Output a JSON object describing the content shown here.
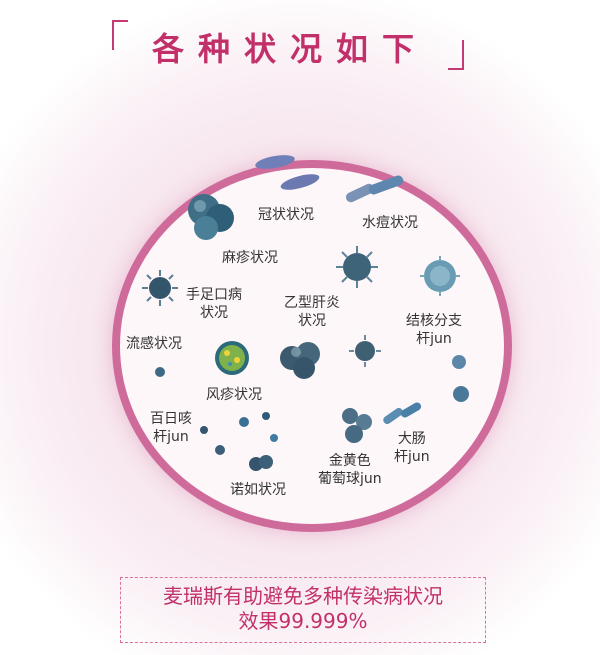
{
  "title": "各种状况如下",
  "labels": {
    "guan": "冠状状况",
    "shuidou": "水痘状况",
    "mazhen": "麻疹状况",
    "shouzukou_1": "手足口病",
    "shouzukou_2": "状况",
    "yixing_1": "乙型肝炎",
    "yixing_2": "状况",
    "jiehe_1": "结核分支",
    "jiehe_2": "杆jun",
    "liugan": "流感状况",
    "fengzhen": "风疹状况",
    "bairike_1": "百日咳",
    "bairike_2": "杆jun",
    "dachang_1": "大肠",
    "dachang_2": "杆jun",
    "jinhuangse_1": "金黄色",
    "jinhuangse_2": "葡萄球jun",
    "nuoru": "诺如状况"
  },
  "footer": {
    "line1": "麦瑞斯有助避免多种传染病状况",
    "line2": "效果99.999%"
  },
  "colors": {
    "accent": "#c2306a",
    "ring": "#cf6b9b",
    "microbe": "#4a7186"
  }
}
